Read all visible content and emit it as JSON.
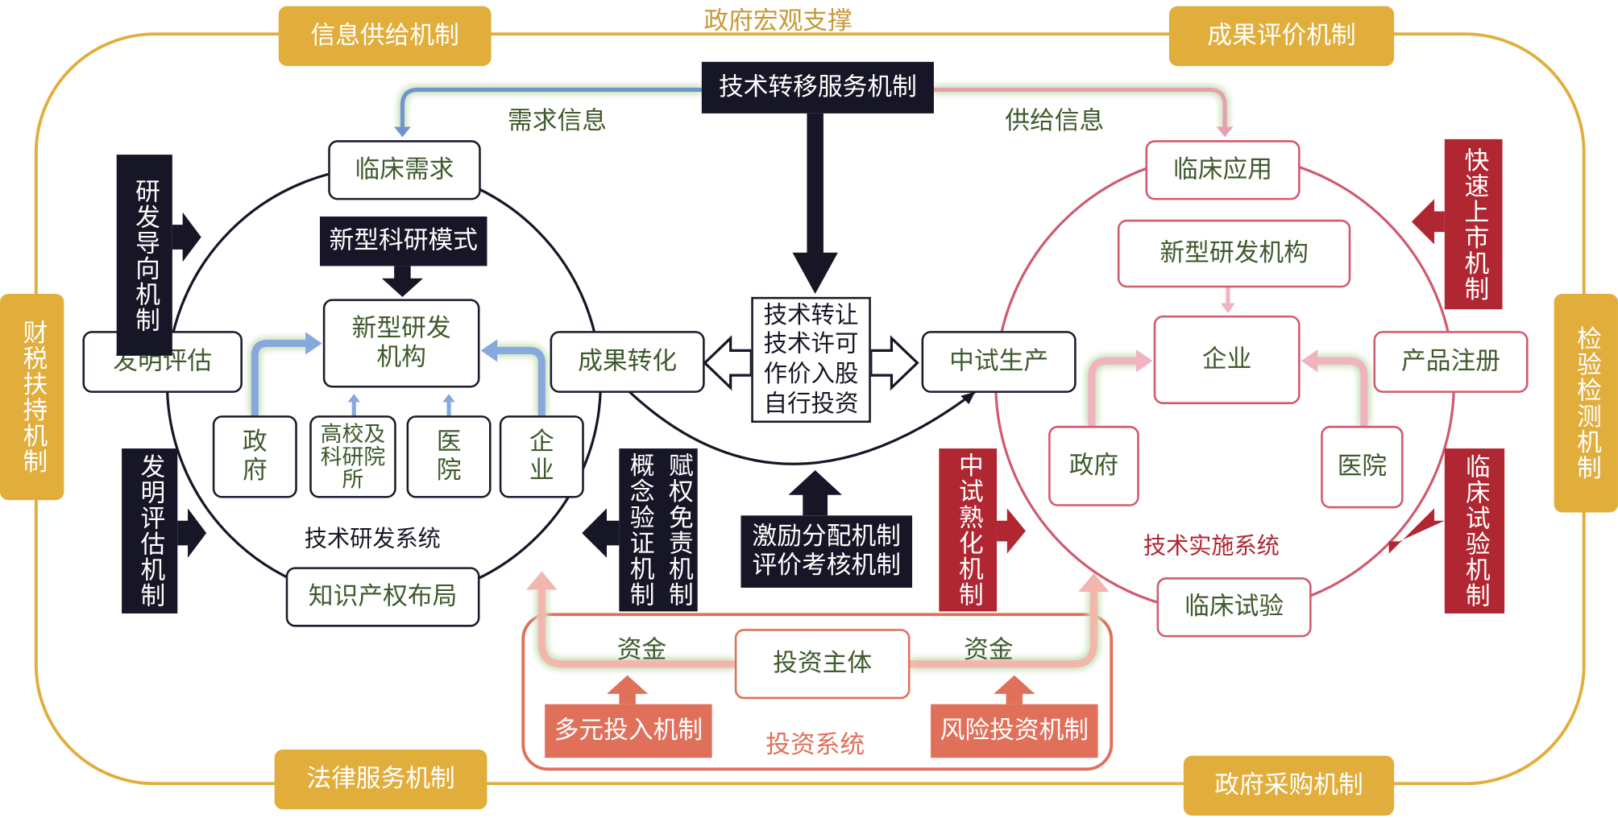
{
  "title": "政府宏观支撑",
  "colors": {
    "gold": "#e1ae3c",
    "dark": "#161626",
    "crimson": "#b02631",
    "pink": "#d05a6e",
    "orange": "#e0705a",
    "text_green": "#3f5a2c"
  },
  "gold_mechanisms": {
    "top_left": "信息供给机制",
    "top_right": "成果评价机制",
    "bottom_left": "法律服务机制",
    "bottom_right": "政府采购机制",
    "left": "财税扶持机制",
    "right": "检验检测机制"
  },
  "center": {
    "transfer_service": "技术转移服务机制",
    "demand_info": "需求信息",
    "supply_info": "供给信息",
    "transfer_modes": [
      "技术转让",
      "技术许可",
      "作价入股",
      "自行投资"
    ],
    "incentive": [
      "激励分配机制",
      "评价考核机制"
    ]
  },
  "rd_system": {
    "label": "技术研发系统",
    "clinical_demand": "临床需求",
    "new_research_mode": "新型科研模式",
    "new_rd_institution": "新型研发机构",
    "invention_assessment": "发明评估",
    "achievement_transfer": "成果转化",
    "ip_layout": "知识产权布局",
    "actors": [
      "政府",
      "高校及科研院所",
      "医院",
      "企业"
    ],
    "mech_rd_orientation": "研发导向机制",
    "mech_invention_assessment": "发明评估机制",
    "mech_concept_validation": "概念验证机制",
    "mech_empowerment": "赋权免责机制"
  },
  "impl_system": {
    "label": "技术实施系统",
    "clinical_application": "临床应用",
    "new_rd_institution": "新型研发机构",
    "enterprise": "企业",
    "product_registration": "产品注册",
    "pilot_production": "中试生产",
    "government": "政府",
    "hospital": "医院",
    "clinical_trial": "临床试验",
    "mech_fast_market": "快速上市机制",
    "mech_pilot_maturation": "中试熟化机制",
    "mech_clinical_trial": "临床试验机制"
  },
  "investment_system": {
    "label": "投资系统",
    "investor": "投资主体",
    "funds_left": "资金",
    "funds_right": "资金",
    "mech_diversified": "多元投入机制",
    "mech_venture": "风险投资机制"
  }
}
